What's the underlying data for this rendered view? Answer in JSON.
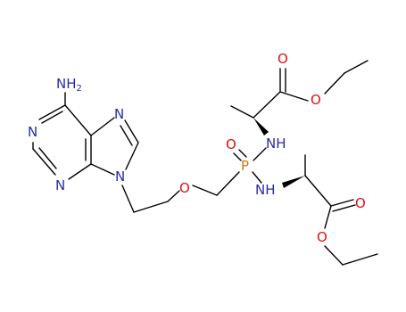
{
  "molecule": {
    "atoms": {
      "amine": {
        "label": "NH",
        "subscript": "2"
      },
      "purine_n1": {
        "label": "N"
      },
      "purine_n3": {
        "label": "N"
      },
      "purine_n7": {
        "label": "N"
      },
      "purine_n9": {
        "label": "N"
      },
      "ether_o": {
        "label": "O"
      },
      "phosphorus": {
        "label": "P"
      },
      "phosphoryl_o": {
        "label": "O"
      },
      "upper_nh": {
        "label": "NH"
      },
      "lower_nh": {
        "label": "NH"
      },
      "upper_carbonyl_o": {
        "label": "O"
      },
      "upper_ester_o": {
        "label": "O"
      },
      "lower_carbonyl_o": {
        "label": "O"
      },
      "lower_ester_o": {
        "label": "O"
      }
    },
    "colors": {
      "nitrogen": "#2a2aa8",
      "oxygen": "#e01010",
      "phosphorus": "#c87810",
      "bond": "#000000"
    }
  }
}
